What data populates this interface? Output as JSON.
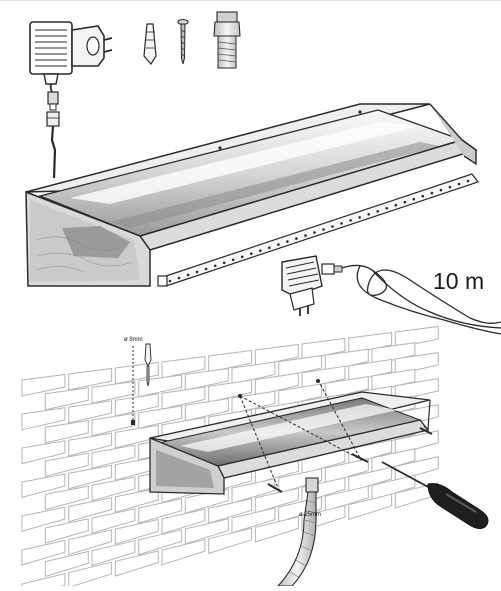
{
  "cable_length_label": "10 m",
  "dimensions": {
    "screw_hole": "ø 8mm",
    "pipe": "ø 25mm"
  },
  "colors": {
    "outline": "#2a2a2a",
    "steel_light": "#f2f2f2",
    "steel_mid": "#cfcfcf",
    "steel_dark": "#8c8c8c",
    "brick_line": "#b5b5b5",
    "bracket": "#d9d9d9"
  },
  "icons": [
    "power-adapter-icon",
    "wall-plug-icon",
    "screw-icon",
    "hose-connector-icon",
    "screwdriver-icon"
  ]
}
